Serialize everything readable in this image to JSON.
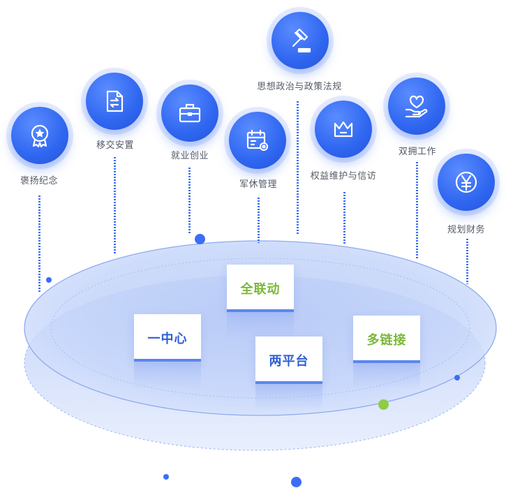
{
  "services": [
    {
      "id": "honor",
      "label": "褒扬纪念",
      "icon": "medal-icon"
    },
    {
      "id": "transfer",
      "label": "移交安置",
      "icon": "document-transfer-icon"
    },
    {
      "id": "employment",
      "label": "就业创业",
      "icon": "briefcase-icon"
    },
    {
      "id": "retirement",
      "label": "军休管理",
      "icon": "calendar-gear-icon"
    },
    {
      "id": "policy",
      "label": "思想政治与政策法规",
      "icon": "gavel-icon"
    },
    {
      "id": "rights",
      "label": "权益维护与信访",
      "icon": "crown-icon"
    },
    {
      "id": "support",
      "label": "双拥工作",
      "icon": "heart-hand-icon"
    },
    {
      "id": "finance",
      "label": "规划财务",
      "icon": "yen-coin-icon"
    }
  ],
  "cards": {
    "center": "一中心",
    "linkage": "全联动",
    "platforms": "两平台",
    "chains": "多链接"
  },
  "colors": {
    "primary": "#2f66f0",
    "accent_green": "#7ab83a",
    "disc_fill": "#c9d8fa"
  }
}
